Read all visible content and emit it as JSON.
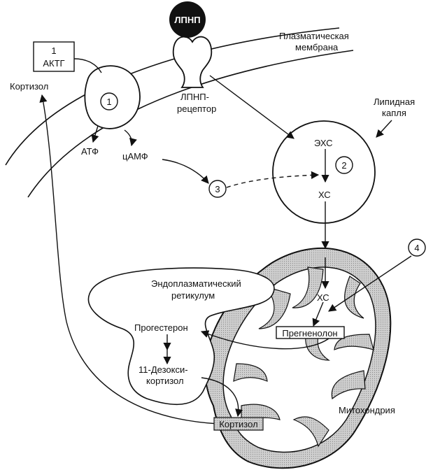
{
  "labels": {
    "ldl": "ЛПНП",
    "plasma_membrane_1": "Плазматическая",
    "plasma_membrane_2": "мембрана",
    "acth_num": "1",
    "acth": "АКТГ",
    "cortisol_out": "Кортизол",
    "ldl_receptor_1": "ЛПНП-",
    "ldl_receptor_2": "рецептор",
    "lipid_droplet_1": "Липидная",
    "lipid_droplet_2": "капля",
    "atp": "АТФ",
    "camp": "цАМФ",
    "ehs": "ЭХС",
    "hs_droplet": "ХС",
    "er_1": "Эндоплазматический",
    "er_2": "ретикулум",
    "hs_mito": "ХС",
    "progesterone": "Прогестерон",
    "pregnenolone": "Прегненолон",
    "deoxy_1": "11-Дезокси-",
    "deoxy_2": "кортизол",
    "cortisol_mito": "Кортизол",
    "mitochondria": "Митохондрия"
  },
  "steps": [
    "1",
    "2",
    "3",
    "4"
  ]
}
